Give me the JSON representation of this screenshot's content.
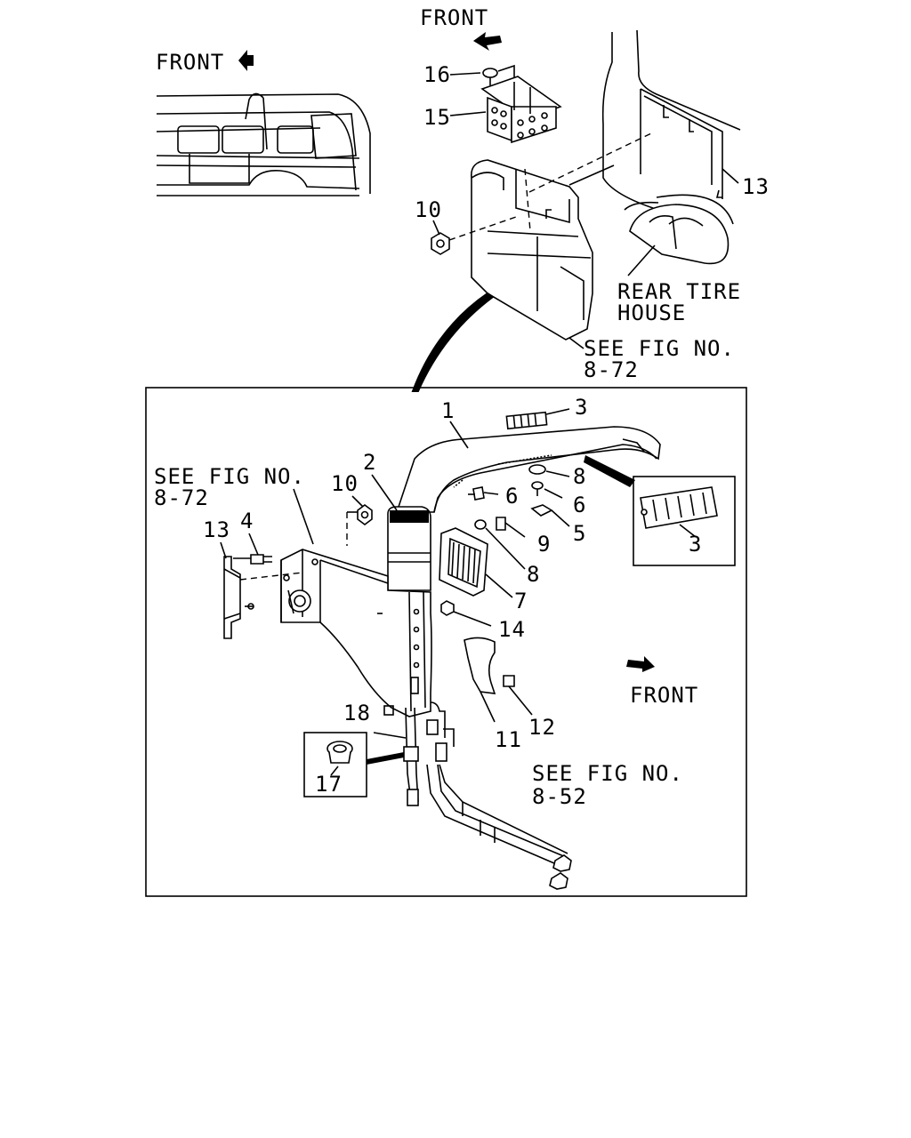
{
  "labels": {
    "front_top": "FRONT",
    "front_inset": "FRONT",
    "front_main": "FRONT",
    "rear_tire_1": "REAR TIRE",
    "rear_tire_2": "HOUSE",
    "see_fig_top_1": "SEE FIG NO.",
    "see_fig_top_2": "8-72",
    "see_fig_left_1": "SEE FIG NO.",
    "see_fig_left_2": "8-72",
    "see_fig_bottom_1": "SEE FIG NO.",
    "see_fig_bottom_2": "8-52"
  },
  "callouts": {
    "c1": "1",
    "c2": "2",
    "c3a": "3",
    "c3b": "3",
    "c4": "4",
    "c5": "5",
    "c6a": "6",
    "c6b": "6",
    "c7": "7",
    "c8a": "8",
    "c8b": "8",
    "c9": "9",
    "c10a": "10",
    "c10b": "10",
    "c11": "11",
    "c12": "12",
    "c13a": "13",
    "c13b": "13",
    "c14": "14",
    "c15": "15",
    "c16": "16",
    "c17": "17",
    "c18": "18"
  }
}
